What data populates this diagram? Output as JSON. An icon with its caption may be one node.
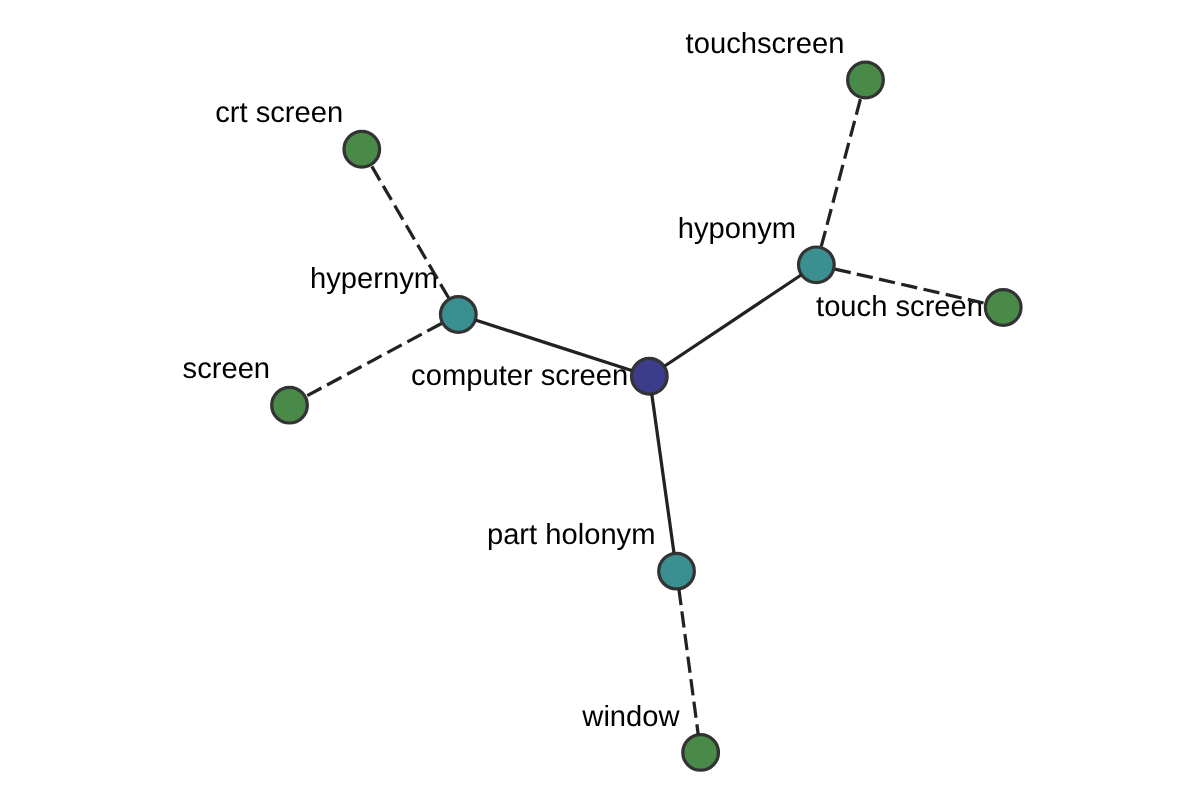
{
  "diagram": {
    "nodes": [
      {
        "text": [
          "computer screen"
        ]
      },
      {
        "text": [
          "hyponym"
        ]
      },
      {
        "text": [
          "touch screen"
        ]
      },
      {
        "text": [
          "touchscreen"
        ]
      },
      {
        "text": [
          "hypernym"
        ]
      },
      {
        "text": [
          "crt screen"
        ]
      },
      {
        "text": [
          "screen"
        ]
      },
      {
        "text": [
          "part holonym"
        ]
      },
      {
        "text": [
          "window"
        ]
      }
    ],
    "edges": [
      {
        "from": 0,
        "to": 1,
        "arrow": "none"
      },
      {
        "from": 1,
        "to": 2,
        "arrow": "none",
        "style": "dashed"
      },
      {
        "from": 1,
        "to": 3,
        "arrow": "none",
        "style": "dashed"
      },
      {
        "from": 0,
        "to": 4,
        "arrow": "none"
      },
      {
        "from": 4,
        "to": 5,
        "arrow": "none",
        "style": "dashed"
      },
      {
        "from": 4,
        "to": 6,
        "arrow": "none",
        "style": "dashed"
      },
      {
        "from": 0,
        "to": 7,
        "arrow": "none"
      },
      {
        "from": 7,
        "to": 8,
        "arrow": "none",
        "style": "dashed"
      }
    ]
  }
}
